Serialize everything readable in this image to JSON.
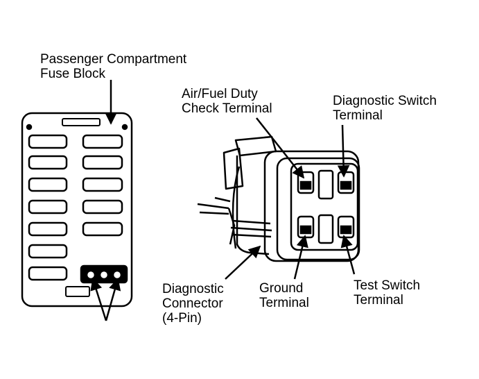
{
  "colors": {
    "ink": "#000000",
    "paper": "#ffffff"
  },
  "labels": {
    "fuse_block": {
      "line1": "Passenger Compartment",
      "line2": "Fuse Block"
    },
    "af_duty": {
      "line1": "Air/Fuel Duty",
      "line2": "Check Terminal"
    },
    "diag_switch": {
      "line1": "Diagnostic Switch",
      "line2": "Terminal"
    },
    "diag_connector": {
      "line1": "Diagnostic",
      "line2": "Connector",
      "line3": "(4-Pin)"
    },
    "ground": {
      "line1": "Ground",
      "line2": "Terminal"
    },
    "test_switch": {
      "line1": "Test Switch",
      "line2": "Terminal"
    }
  }
}
